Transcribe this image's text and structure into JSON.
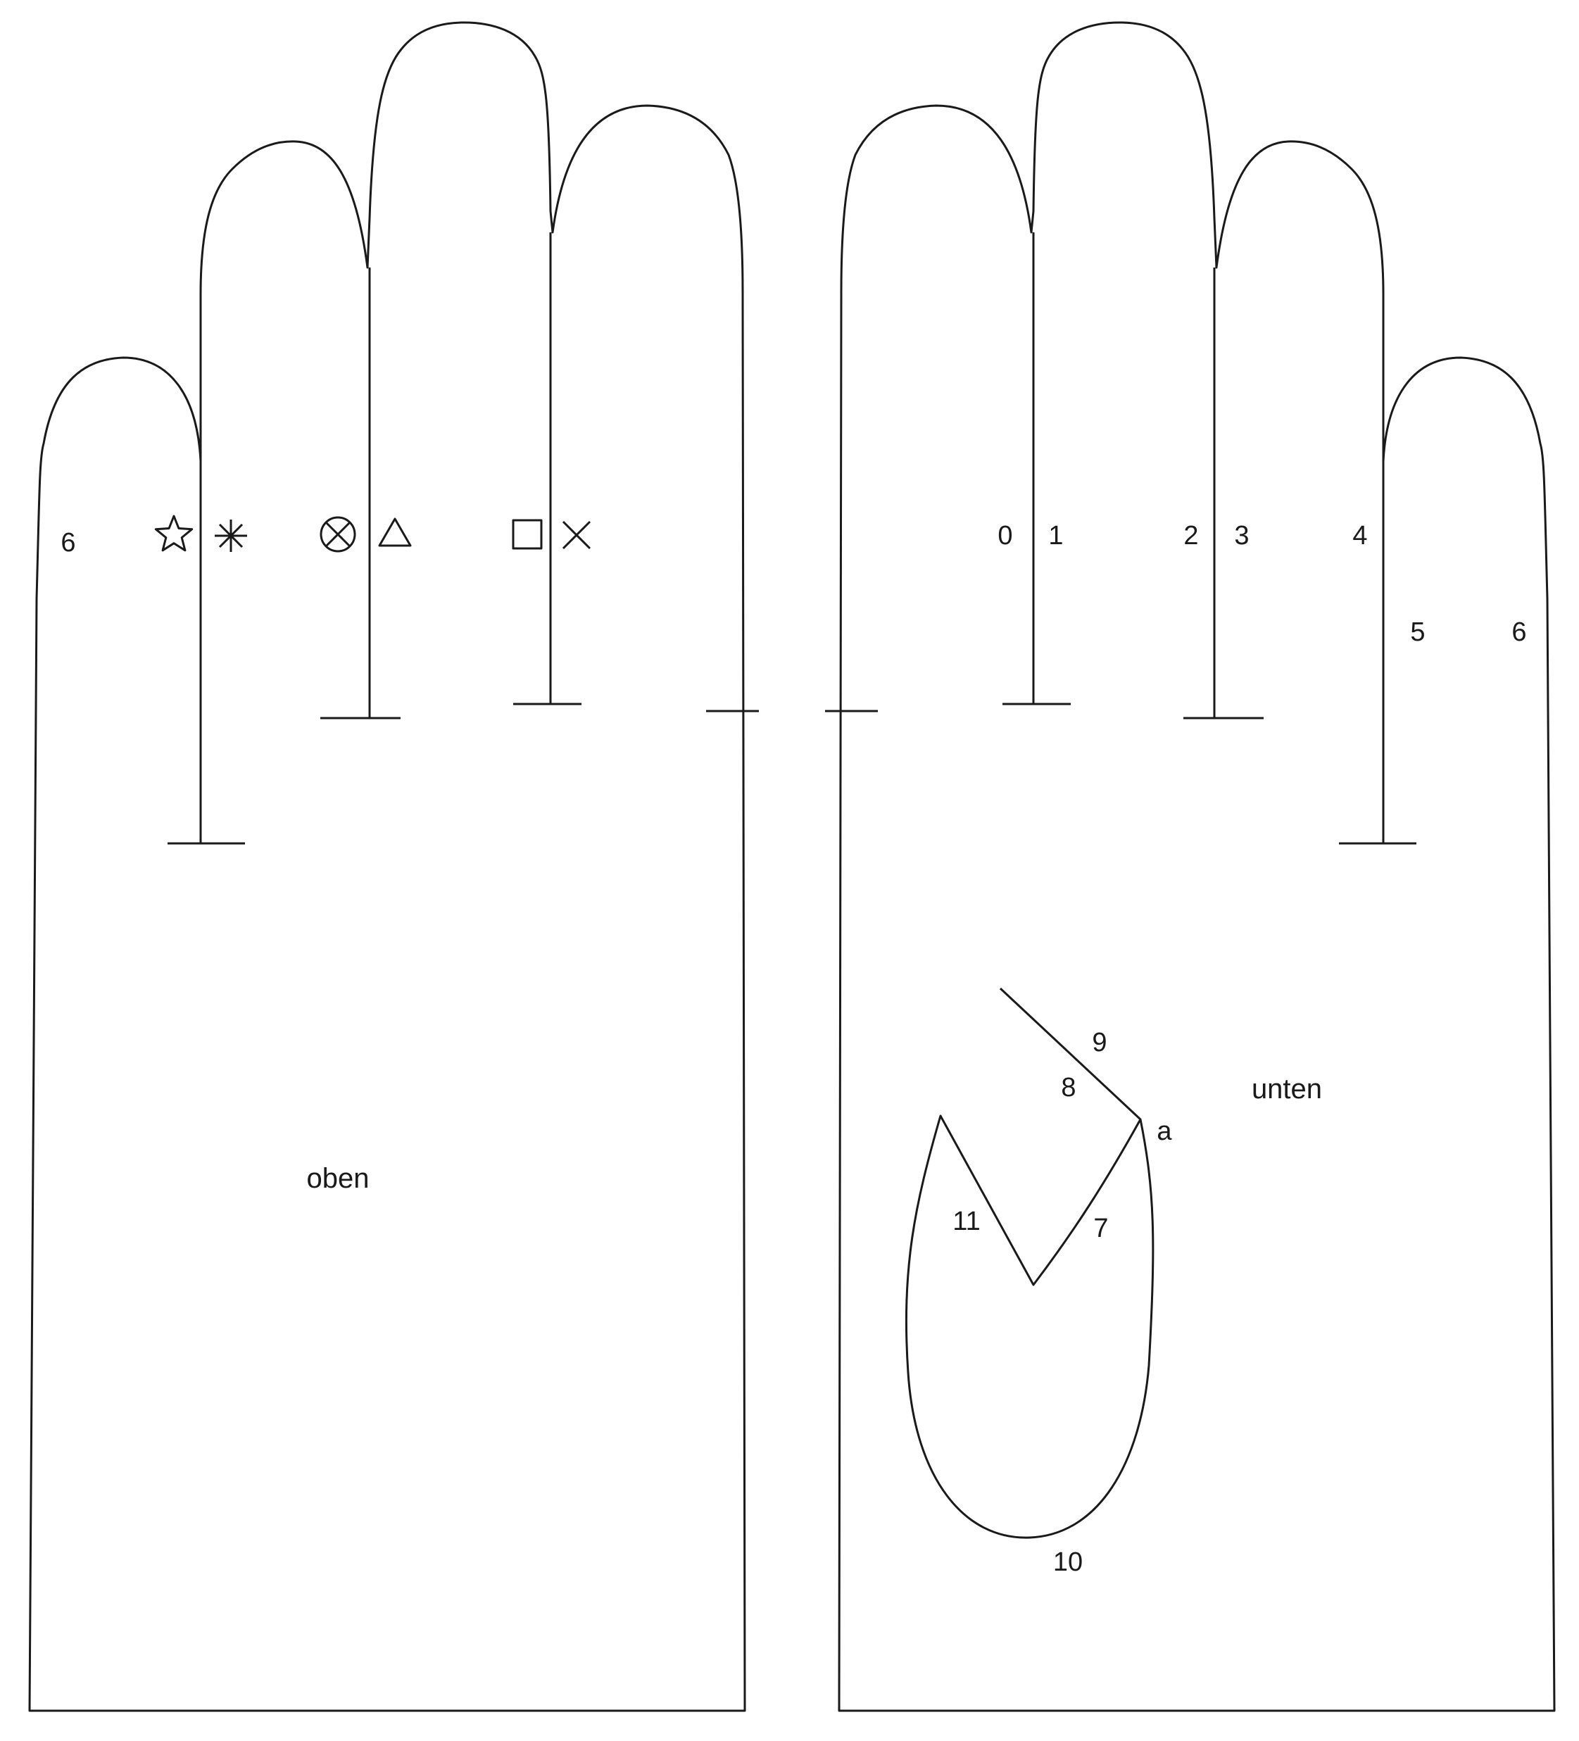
{
  "pieces": {
    "top": {
      "label": "oben"
    },
    "bottom": {
      "label": "unten"
    }
  },
  "top_marks": {
    "edge_number": "6",
    "symbols": [
      "star",
      "asterisk",
      "circled-cross",
      "triangle",
      "square",
      "cross"
    ]
  },
  "bottom_marks": {
    "finger_numbers": [
      "0",
      "1",
      "2",
      "3",
      "4",
      "5",
      "6"
    ],
    "thumb_numbers": {
      "n7": "7",
      "n8": "8",
      "n9": "9",
      "n10": "10",
      "n11": "11"
    },
    "corner_letter": "a"
  },
  "colors": {
    "line": "#1a1a1a",
    "background": "#ffffff"
  }
}
